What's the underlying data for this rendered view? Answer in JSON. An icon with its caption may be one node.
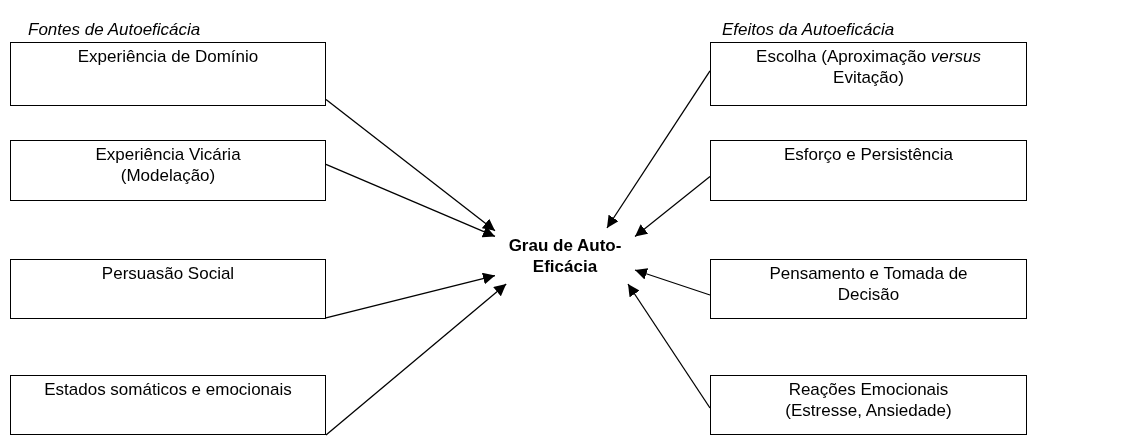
{
  "diagram": {
    "nodes": [
      {
        "text": [
          "Experiência de Domínio"
        ]
      },
      {
        "text": [
          "Experiência Vicária (Modelação)"
        ]
      },
      {
        "text": [
          "Persuasão Social"
        ]
      },
      {
        "text": [
          "Estados somáticos e emocionais"
        ]
      },
      {
        "text": [
          "Grau de Auto-Eficácia"
        ]
      },
      {
        "text": [
          "Escolha (Aproximação *versus* Evitação)"
        ]
      },
      {
        "text": [
          "Esforço e Persistência"
        ]
      },
      {
        "text": [
          "Pensamento e Tomada de Decisão"
        ]
      },
      {
        "text": [
          "Reações Emocionais (Estresse, Ansiedade)"
        ]
      }
    ],
    "edges": [
      {
        "from": 0,
        "to": 4,
        "arrow": "to"
      },
      {
        "from": 1,
        "to": 4,
        "arrow": "to"
      },
      {
        "from": 2,
        "to": 4,
        "arrow": "to"
      },
      {
        "from": 3,
        "to": 4,
        "arrow": "to"
      },
      {
        "from": 5,
        "to": 4,
        "arrow": "to"
      },
      {
        "from": 6,
        "to": 4,
        "arrow": "to"
      },
      {
        "from": 7,
        "to": 4,
        "arrow": "to"
      },
      {
        "from": 8,
        "to": 4,
        "arrow": "to"
      }
    ],
    "labels": [
      "Fontes de Autoeficácia",
      "Efeitos da Autoeficácia"
    ]
  }
}
